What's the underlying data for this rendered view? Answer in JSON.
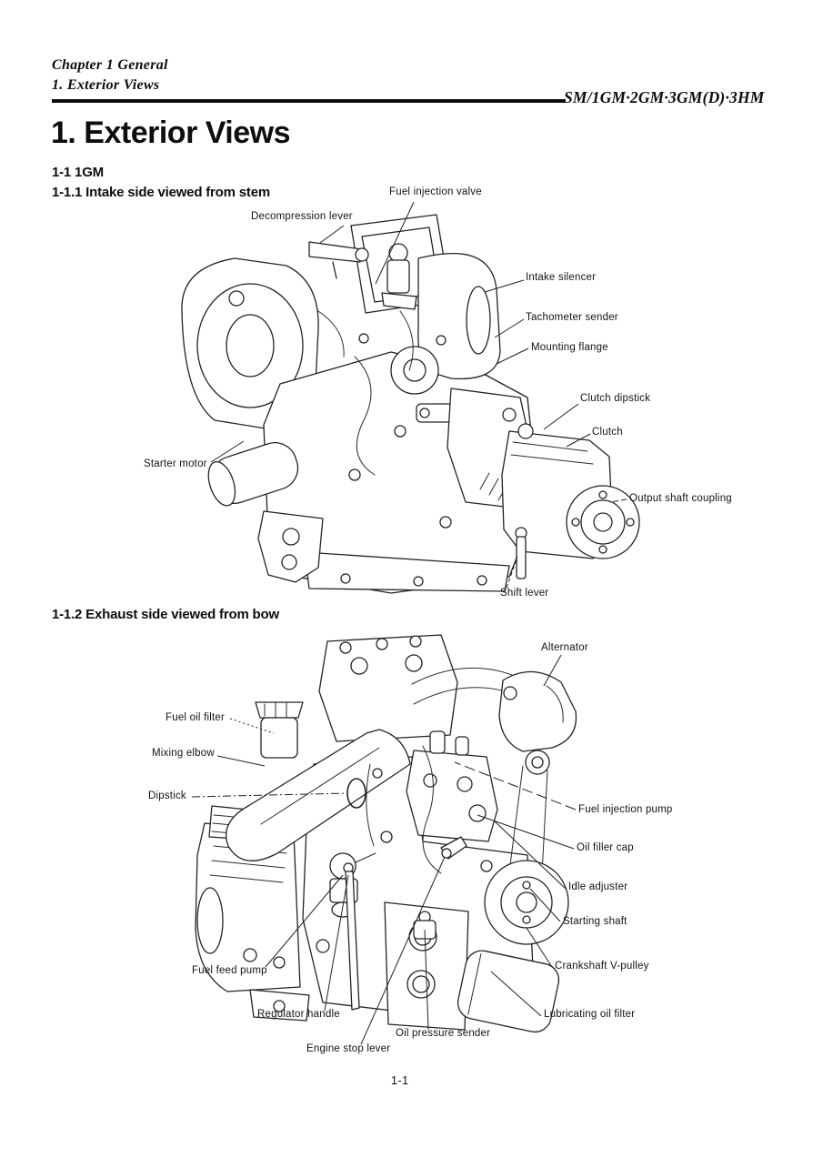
{
  "colors": {
    "ink": "#1a1a1a",
    "paper": "#ffffff"
  },
  "header": {
    "chapter_line1": "Chapter 1 General",
    "chapter_line2": "1. Exterior Views",
    "model_code": "SM/1GM·2GM·3GM(D)·3HM"
  },
  "page": {
    "title": "1. Exterior Views",
    "page_number": "1-1"
  },
  "sections": {
    "s1_heading": "1-1 1GM",
    "s11_heading": "1-1.1 Intake side viewed from stem",
    "s12_heading": "1-1.2 Exhaust side viewed from bow"
  },
  "figure1": {
    "labels": {
      "fuel_injection_valve": "Fuel injection valve",
      "decompression_lever": "Decompression lever",
      "intake_silencer": "Intake silencer",
      "tachometer_sender": "Tachometer sender",
      "mounting_flange": "Mounting flange",
      "clutch_dipstick": "Clutch dipstick",
      "clutch": "Clutch",
      "output_shaft_coupling": "Output shaft coupling",
      "starter_motor": "Starter motor",
      "shift_lever": "Shift lever"
    }
  },
  "figure2": {
    "labels": {
      "alternator": "Alternator",
      "fuel_oil_filter": "Fuel oil filter",
      "mixing_elbow": "Mixing elbow",
      "dipstick": "Dipstick",
      "fuel_injection_pump": "Fuel injection pump",
      "oil_filler_cap": "Oil filler cap",
      "idle_adjuster": "Idle adjuster",
      "starting_shaft": "Starting shaft",
      "crankshaft_v_pulley": "Crankshaft V-pulley",
      "fuel_feed_pump": "Fuel feed pump",
      "regulator_handle": "Regulator handle",
      "engine_stop_lever": "Engine stop lever",
      "oil_pressure_sender": "Oil pressure sender",
      "lubricating_oil_filter": "Lubricating oil filter"
    }
  }
}
